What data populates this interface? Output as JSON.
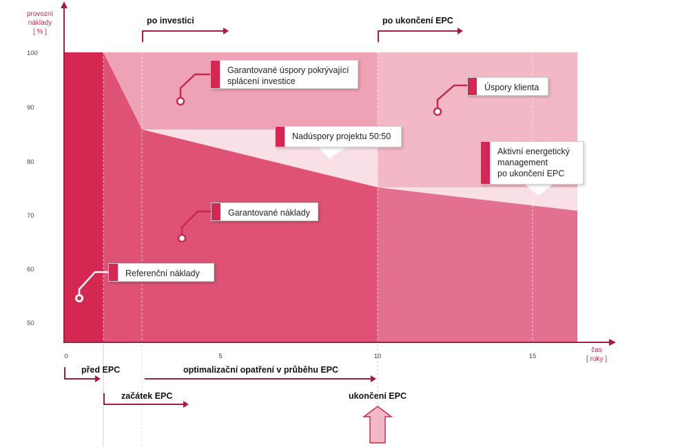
{
  "axes": {
    "y_title": [
      "provozní",
      "náklady",
      "[ % ]"
    ],
    "x_title": [
      "čas",
      "[ roky ]"
    ],
    "y_ticks": [
      "100",
      "90",
      "80",
      "70",
      "60",
      "50"
    ],
    "x_ticks": [
      "0",
      "5",
      "10",
      "15"
    ]
  },
  "phases": {
    "po_investici": "po investici",
    "po_ukonceni": "po ukončení EPC",
    "pred_epc": "před EPC",
    "zacatek_epc": "začátek EPC",
    "optimalizace": "optimalizační opatření v průběhu EPC",
    "ukonceni_epc": "ukončení EPC"
  },
  "callouts": {
    "garantovane_uspory": "Garantované úspory pokrývající\nsplácení investice",
    "uspory_klienta": "Úspory klienta",
    "naduspory": "Nadúspory projektu 50:50",
    "aktivni_em": "Aktivní energetický\nmanagement\npo ukončení EPC",
    "garantovane_naklady": "Garantované náklady",
    "referencni_naklady": "Referenční náklady"
  },
  "colors": {
    "axis": "#a31d3e",
    "referencni": "#d42752",
    "garantovane_naklady": "#dd5275",
    "garantovane_uspory": "#eea2b5",
    "naduspory": "#f9e0e6",
    "post_costs": "#e4708f",
    "uspory_klienta": "#f2b8c6"
  }
}
